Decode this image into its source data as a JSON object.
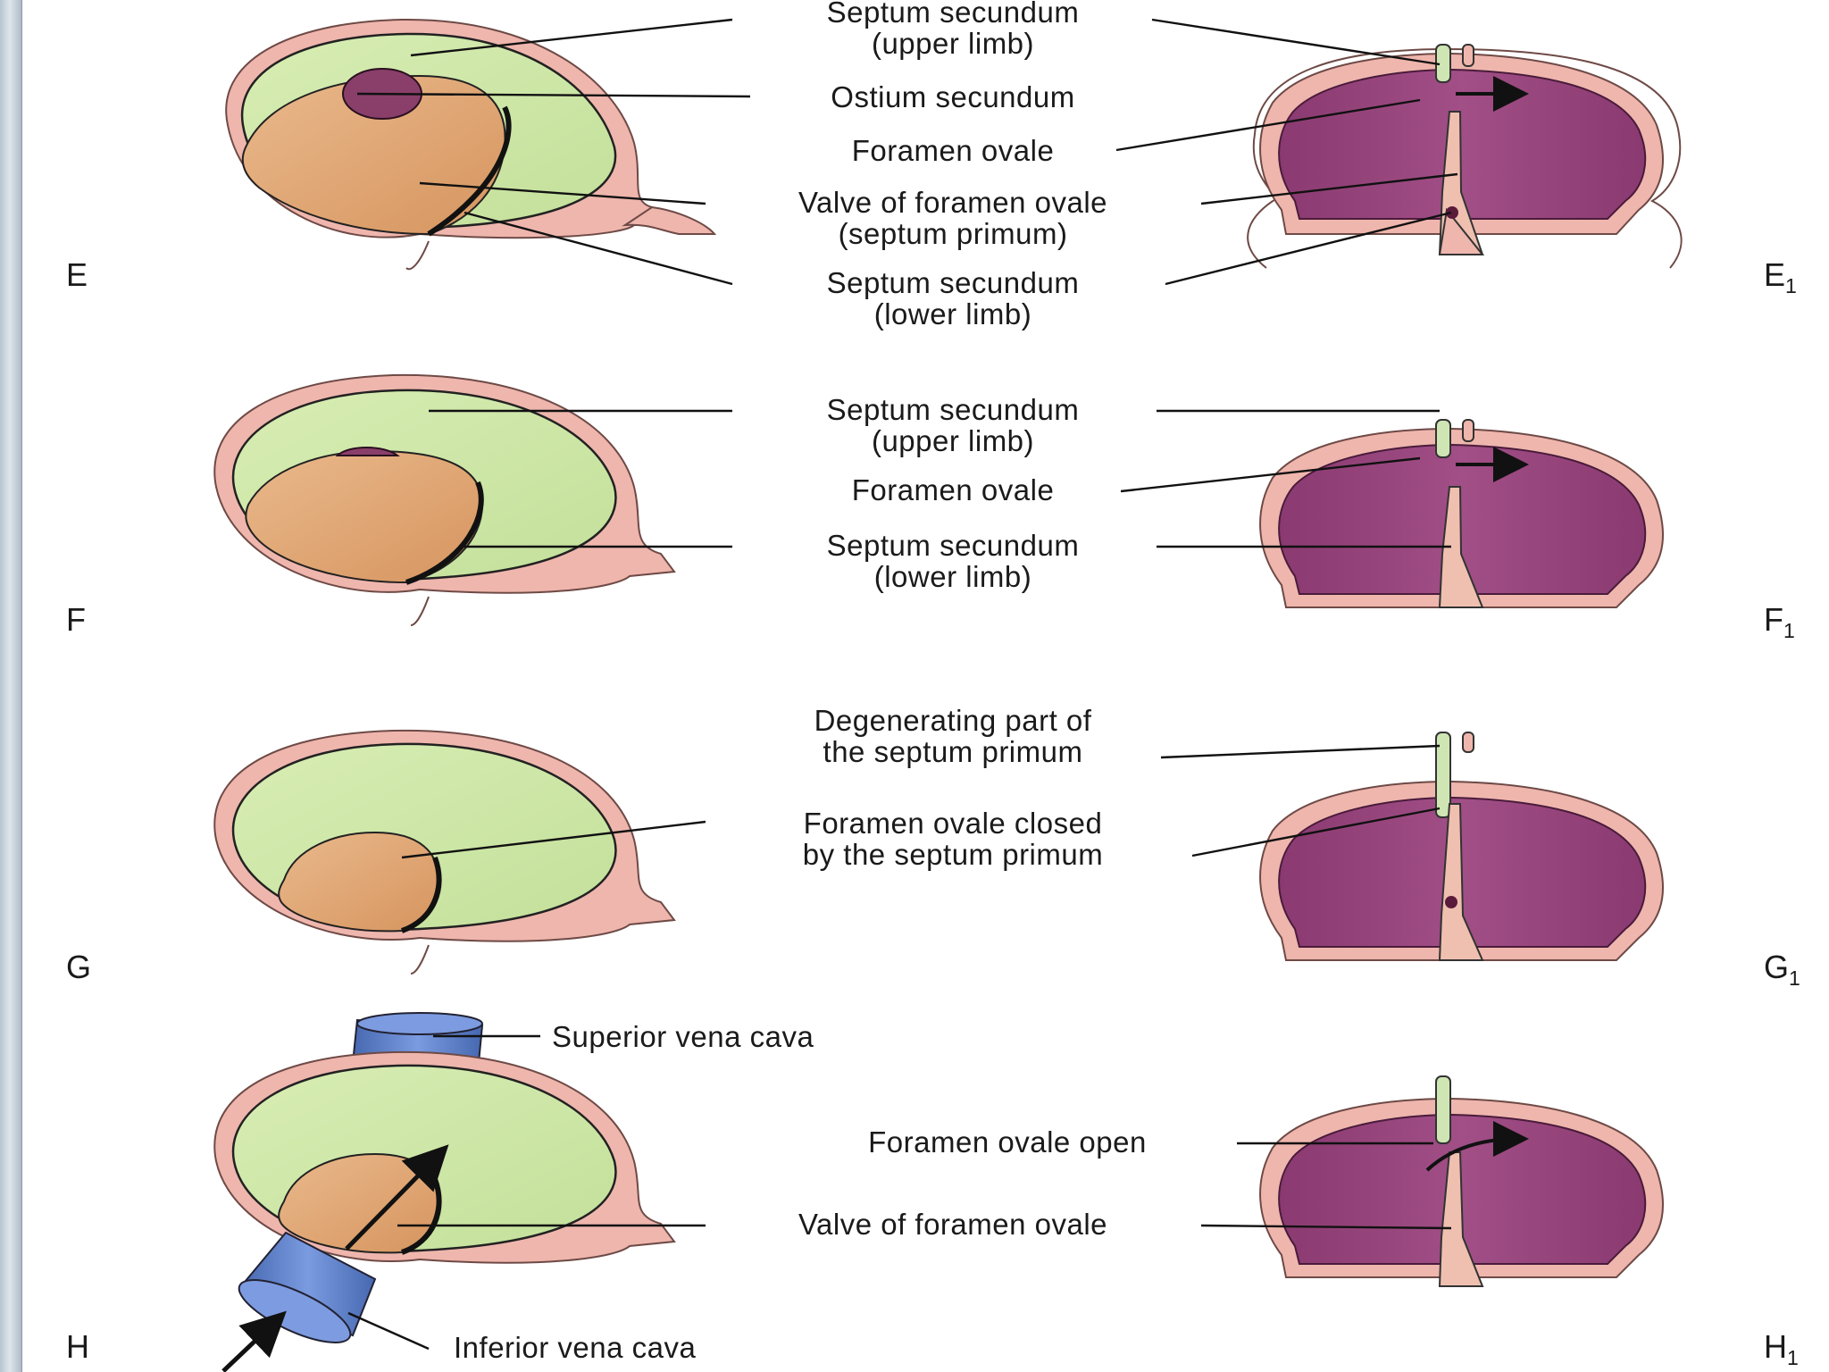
{
  "panels": {
    "E": {
      "letter": "E",
      "sub_letter": "E",
      "sub_index": "1"
    },
    "F": {
      "letter": "F",
      "sub_letter": "F",
      "sub_index": "1"
    },
    "G": {
      "letter": "G",
      "sub_letter": "G",
      "sub_index": "1"
    },
    "H": {
      "letter": "H",
      "sub_letter": "H",
      "sub_index": "1"
    }
  },
  "labels": {
    "E": {
      "septum_secundum_upper": [
        "Septum secundum",
        "(upper limb)"
      ],
      "ostium_secundum": "Ostium secundum",
      "foramen_ovale": "Foramen ovale",
      "valve_of_foramen_ovale": [
        "Valve of foramen ovale",
        "(septum primum)"
      ],
      "septum_secundum_lower": [
        "Septum secundum",
        "(lower limb)"
      ]
    },
    "F": {
      "septum_secundum_upper": [
        "Septum secundum",
        "(upper limb)"
      ],
      "foramen_ovale": "Foramen ovale",
      "septum_secundum_lower": [
        "Septum secundum",
        "(lower limb)"
      ]
    },
    "G": {
      "degenerating_part": [
        "Degenerating part of",
        "the septum primum"
      ],
      "foramen_ovale_closed": [
        "Foramen ovale closed",
        "by the septum primum"
      ]
    },
    "H": {
      "superior_vena_cava": "Superior vena cava",
      "foramen_ovale_open": "Foramen ovale open",
      "valve_of_foramen_ovale": "Valve of foramen ovale",
      "inferior_vena_cava": "Inferior vena cava"
    }
  },
  "colors": {
    "pericardium_pink": "#efb6ad",
    "atrium_green": "#cfe6a6",
    "septum_primum_tan": "#e2a676",
    "ostium_purple": "#8a3f6a",
    "atrium_section_purple": "#96437a",
    "vena_cava_blue": "#5b7fc8",
    "septum_section_green": "#cfe6b4"
  }
}
